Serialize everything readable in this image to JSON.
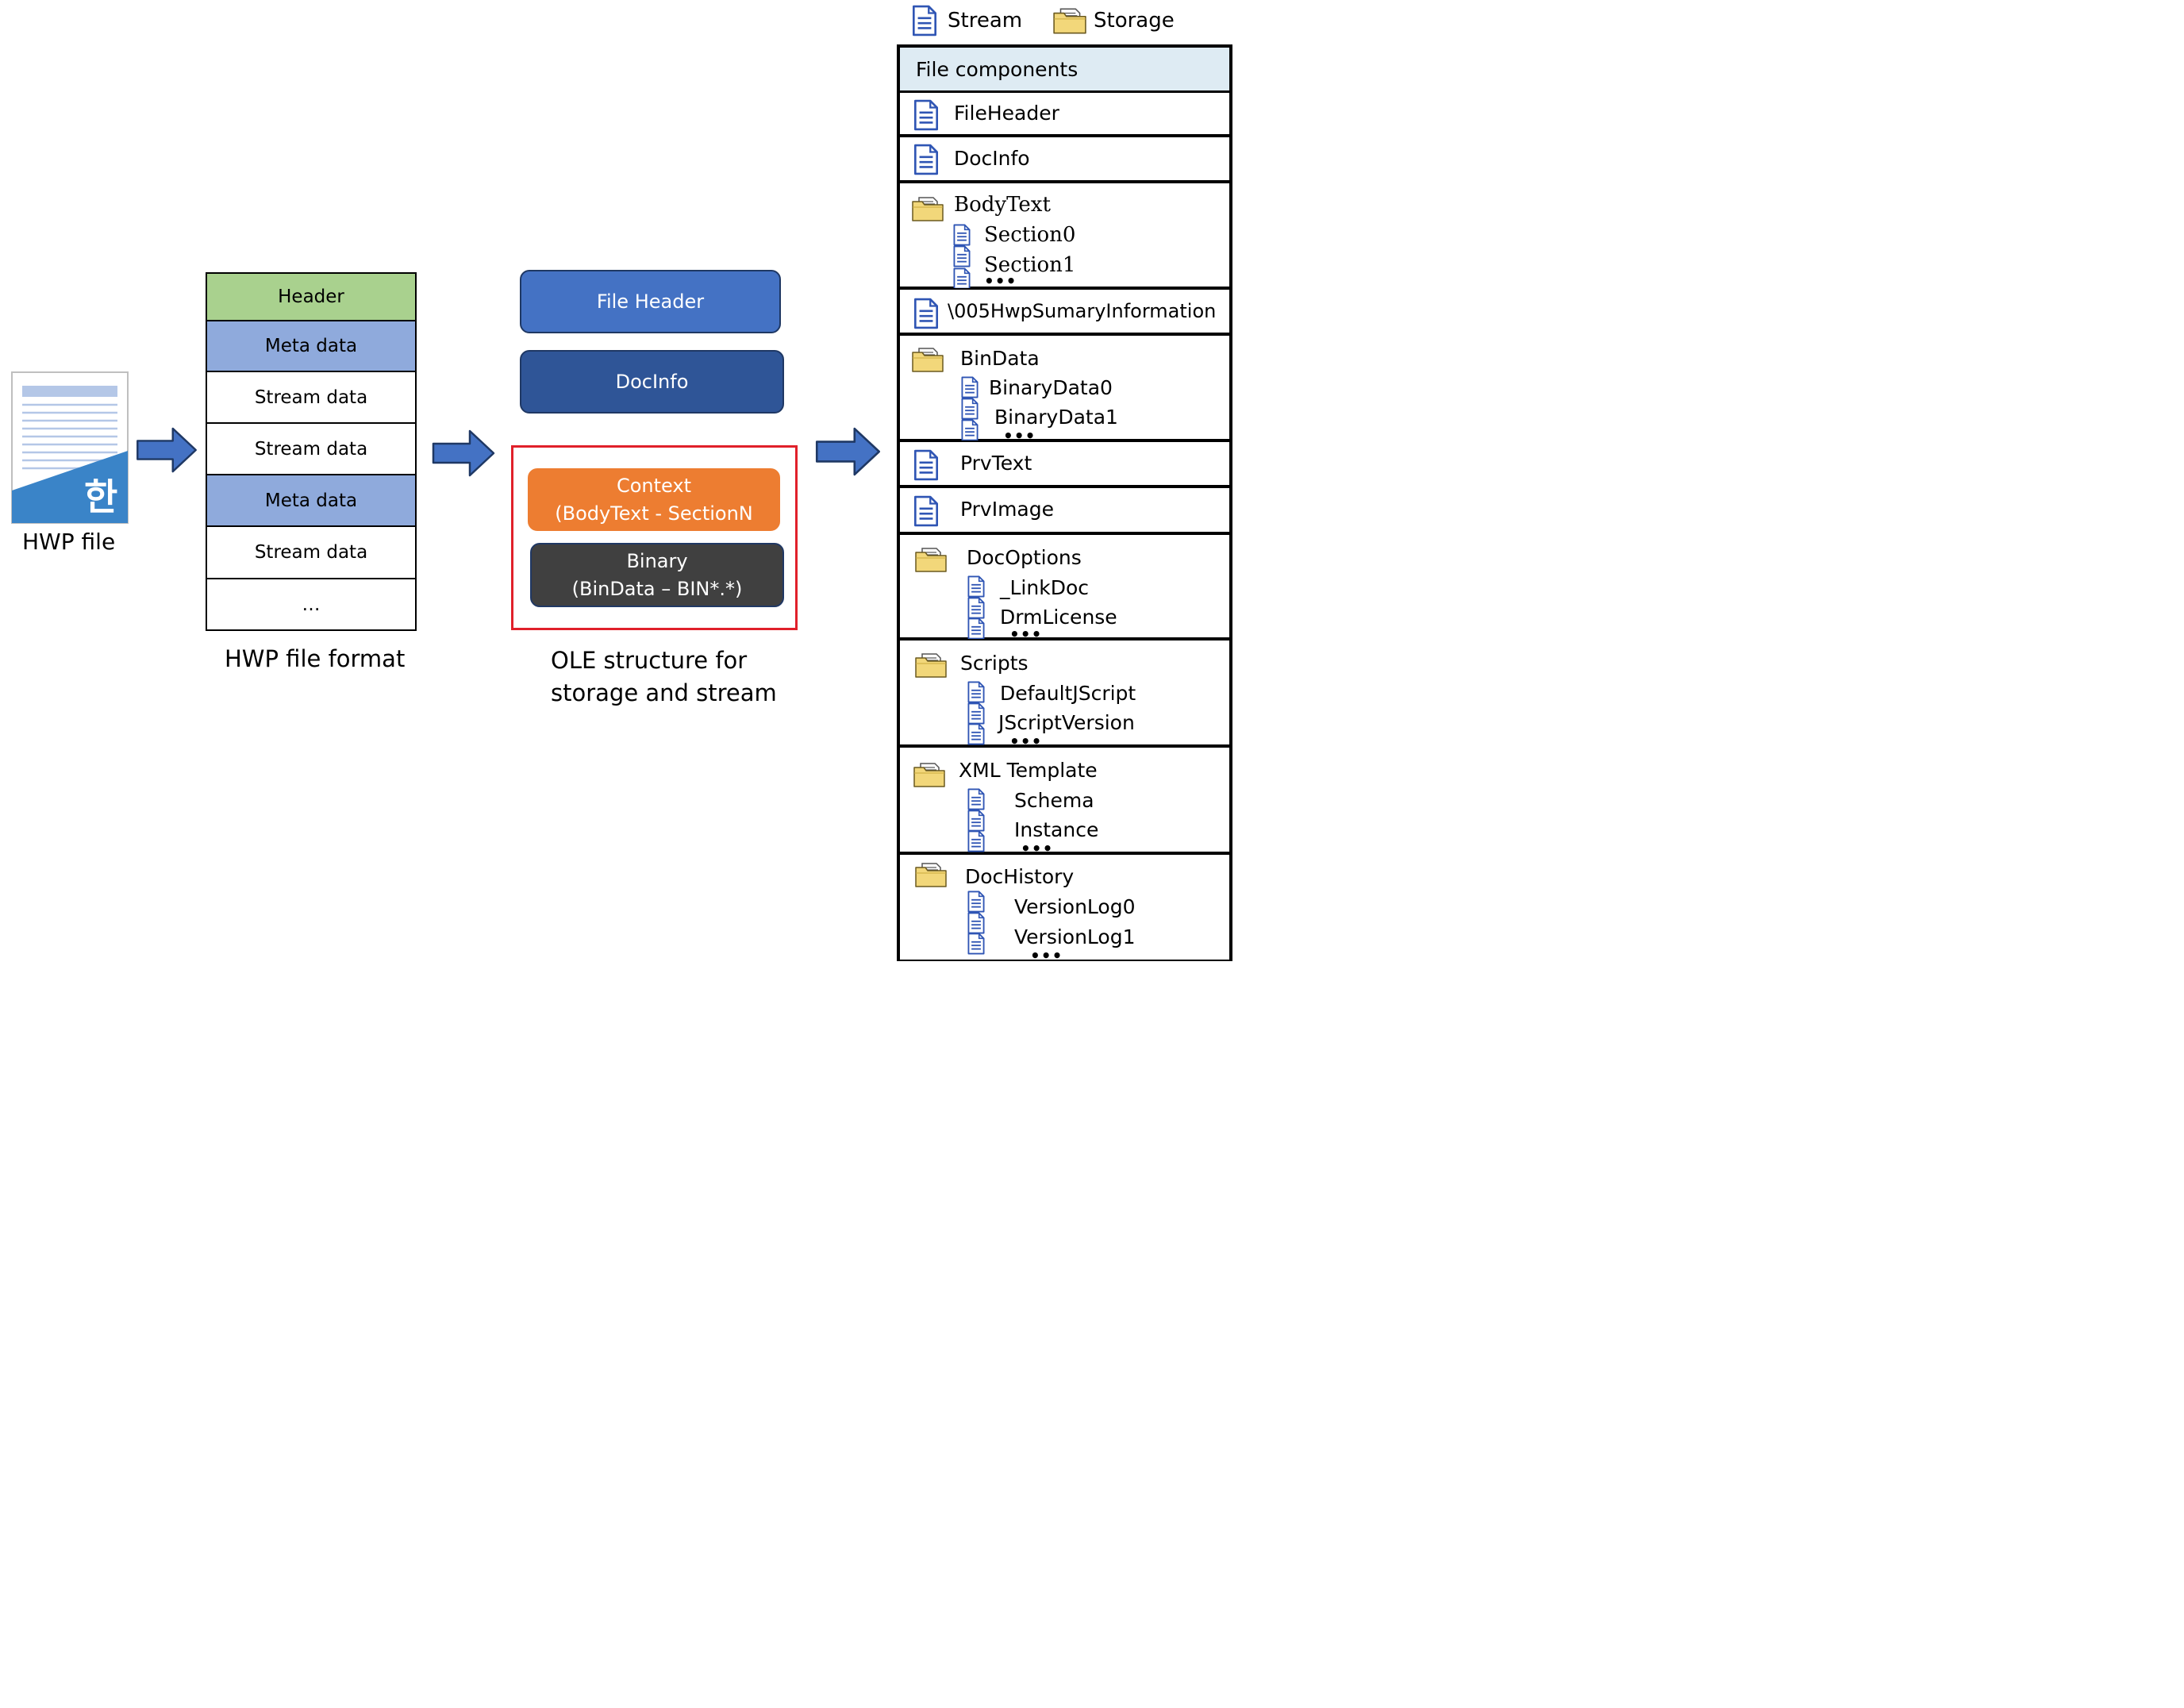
{
  "hwp_file": {
    "label": "HWP file",
    "badge_glyph": "한"
  },
  "file_format": {
    "caption": "HWP file format",
    "cells": [
      "Header",
      "Meta data",
      "Stream data",
      "Stream data",
      "Meta data",
      "Stream data",
      "…"
    ]
  },
  "ole": {
    "caption_line1": "OLE structure for",
    "caption_line2": "storage and stream",
    "file_header": "File Header",
    "docinfo": "DocInfo",
    "context_line1": "Context",
    "context_line2": "(BodyText - SectionN",
    "binary_line1": "Binary",
    "binary_line2": "(BinData – BIN*.*)"
  },
  "legend": {
    "stream": "Stream",
    "storage": "Storage"
  },
  "components": {
    "title": "File components",
    "file_header": "FileHeader",
    "docinfo": "DocInfo",
    "bodytext": {
      "name": "BodyText",
      "children": [
        "Section0",
        "Section1"
      ]
    },
    "summary": "\\005HwpSumaryInformation",
    "bindata": {
      "name": "BinData",
      "children": [
        "BinaryData0",
        "BinaryData1"
      ]
    },
    "prvtext": "PrvText",
    "prvimage": "PrvImage",
    "docoptions": {
      "name": "DocOptions",
      "children": [
        "_LinkDoc",
        "DrmLicense"
      ]
    },
    "scripts": {
      "name": "Scripts",
      "children": [
        "DefaultJScript",
        "JScriptVersion"
      ]
    },
    "xml_template": {
      "name": "XML Template",
      "children": [
        "Schema",
        "Instance"
      ]
    },
    "dochistory": {
      "name": "DocHistory",
      "children": [
        "VersionLog0",
        "VersionLog1"
      ]
    },
    "ellipsis": "•••"
  },
  "colors": {
    "header_green": "#a9d18e",
    "meta_blue": "#8faadc",
    "file_header_blue": "#4472c4",
    "docinfo_blue": "#2f5597",
    "context_orange": "#ed7d31",
    "binary_dark": "#404040",
    "ole_frame_red": "#e0202a",
    "components_header": "#deebf3",
    "arrow_blue": "#4472c4"
  }
}
